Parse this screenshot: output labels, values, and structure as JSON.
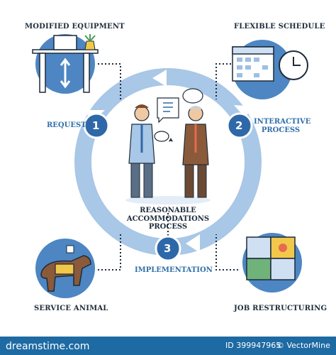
{
  "labels": {
    "modified_equipment": "MODIFIED EQUIPMENT",
    "flexible_schedule": "FLEXIBLE SCHEDULE",
    "service_animal": "SERVICE ANIMAL",
    "job_restructuring": "JOB RESTRUCTURING"
  },
  "center": {
    "line1": "REASONABLE",
    "line2": "ACCOMMODATIONS",
    "line3": "PROCESS"
  },
  "steps": [
    {
      "number": "1",
      "label": "REQUEST"
    },
    {
      "number": "2",
      "label_line1": "INTERACTIVE",
      "label_line2": "PROCESS"
    },
    {
      "number": "3",
      "label": "IMPLEMENTATION"
    }
  ],
  "footer": {
    "site": "dreamstime.com",
    "id": "ID 399947965",
    "author": "© VectorMine"
  },
  "colors": {
    "ring": "#a9c7e6",
    "ring_dark": "#4d86c3",
    "badge": "#2e68a8",
    "navy": "#1d2b3a",
    "footer": "#1e6aa3"
  }
}
